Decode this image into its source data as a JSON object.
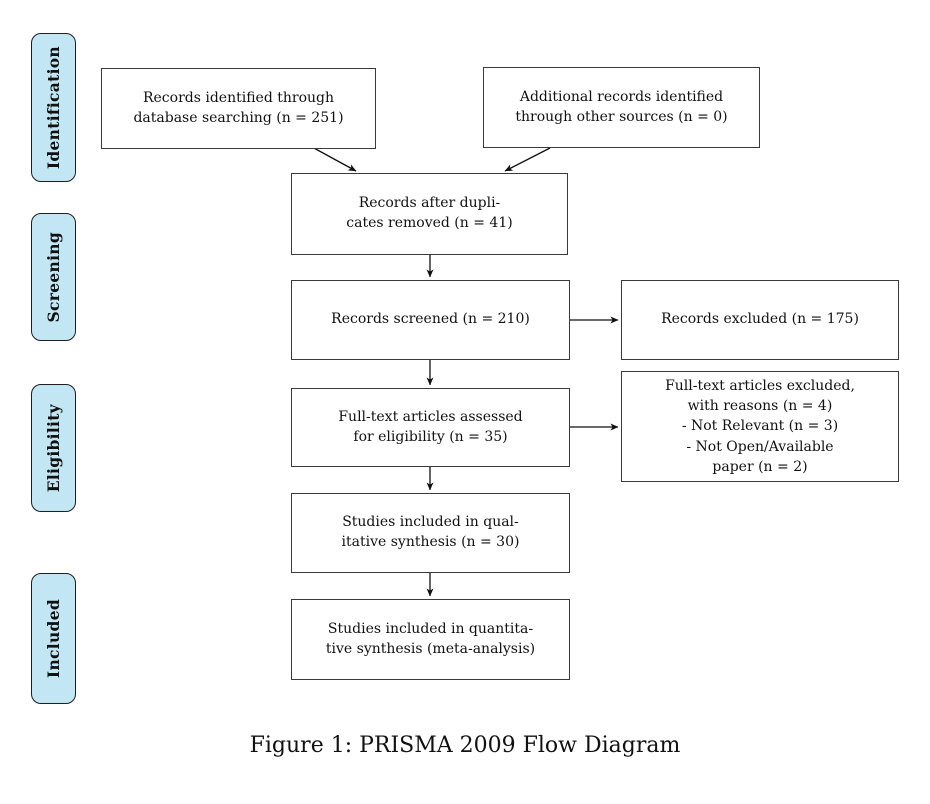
{
  "caption": "Figure 1: PRISMA 2009 Flow Diagram",
  "stages": [
    {
      "label": "Identification"
    },
    {
      "label": "Screening"
    },
    {
      "label": "Eligibility"
    },
    {
      "label": "Included"
    }
  ],
  "nodes": {
    "records_identified": "Records identified through\ndatabase searching (n = 251)",
    "additional_records": "Additional records identified\nthrough other sources (n = 0)",
    "duplicates_removed": "Records after dupli-\ncates removed (n = 41)",
    "records_screened": "Records screened (n = 210)",
    "records_excluded": "Records excluded (n = 175)",
    "fulltext_assessed": "Full-text articles assessed\nfor eligibility (n = 35)",
    "fulltext_excluded": "Full-text articles excluded,\nwith reasons (n = 4)\n- Not Relevant (n = 3)\n- Not Open/Available\npaper (n = 2)",
    "qualitative_synthesis": "Studies included in qual-\nitative synthesis (n = 30)",
    "quantitative_synthesis": "Studies included in quantita-\ntive synthesis (meta-analysis)"
  },
  "colors": {
    "stage_fill": "#c2e6f3",
    "stage_border": "#1f1f1f",
    "node_border": "#3a3a3a",
    "node_fill": "#ffffff",
    "arrow": "#101010"
  }
}
